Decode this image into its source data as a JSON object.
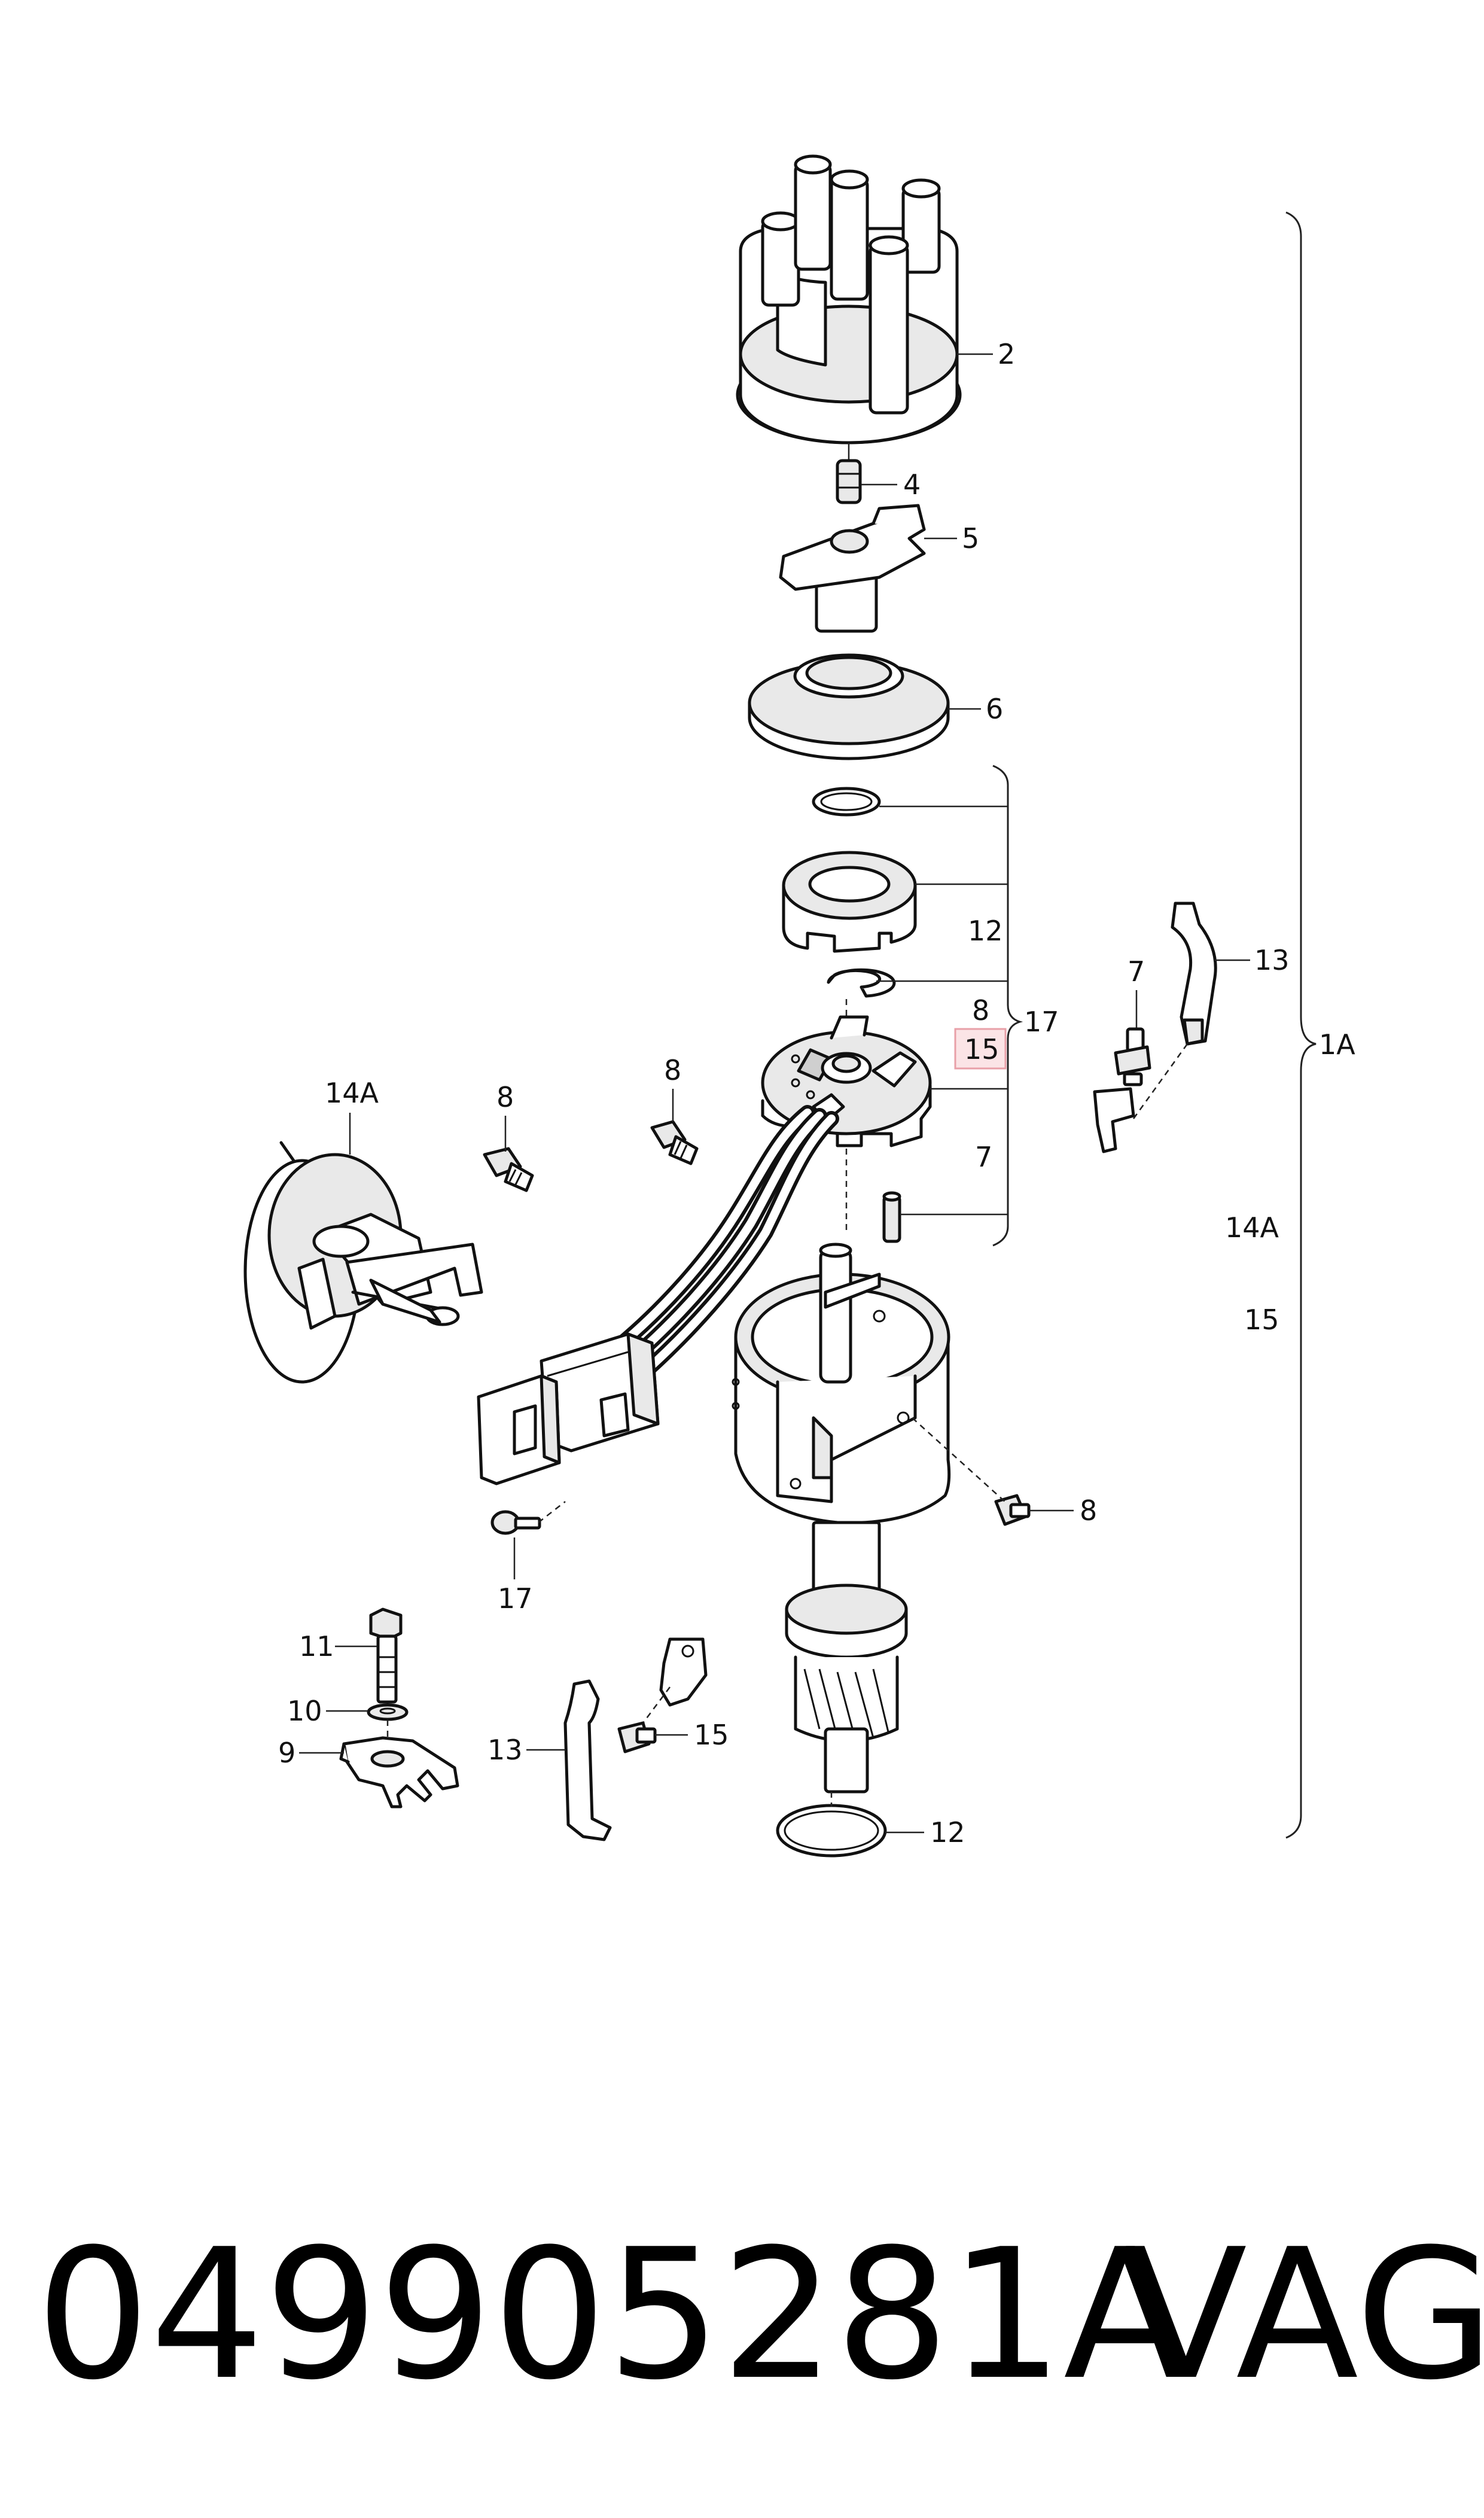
{
  "diagram": {
    "callouts": {
      "c_2": "2",
      "c_4": "4",
      "c_5": "5",
      "c_6": "6",
      "c_12_top": "12",
      "c_13_right": "13",
      "c_7_right": "7",
      "c_8_mid": "8",
      "c_15_highlight": "15",
      "c_17_group": "17",
      "c_1a": "1A",
      "c_14a_left": "14A",
      "c_8_left": "8",
      "c_8_center": "8",
      "c_7_group": "7",
      "c_14a_right": "14A",
      "c_15_right": "15",
      "c_8_body": "8",
      "c_17_bottom": "17",
      "c_11": "11",
      "c_10": "10",
      "c_9": "9",
      "c_13_bottom": "13",
      "c_15_bottom": "15",
      "c_12_bottom": "12"
    },
    "highlight_color": "#e8a0a8"
  },
  "caption": {
    "part_number": "049905281A",
    "brand": "VAG"
  }
}
